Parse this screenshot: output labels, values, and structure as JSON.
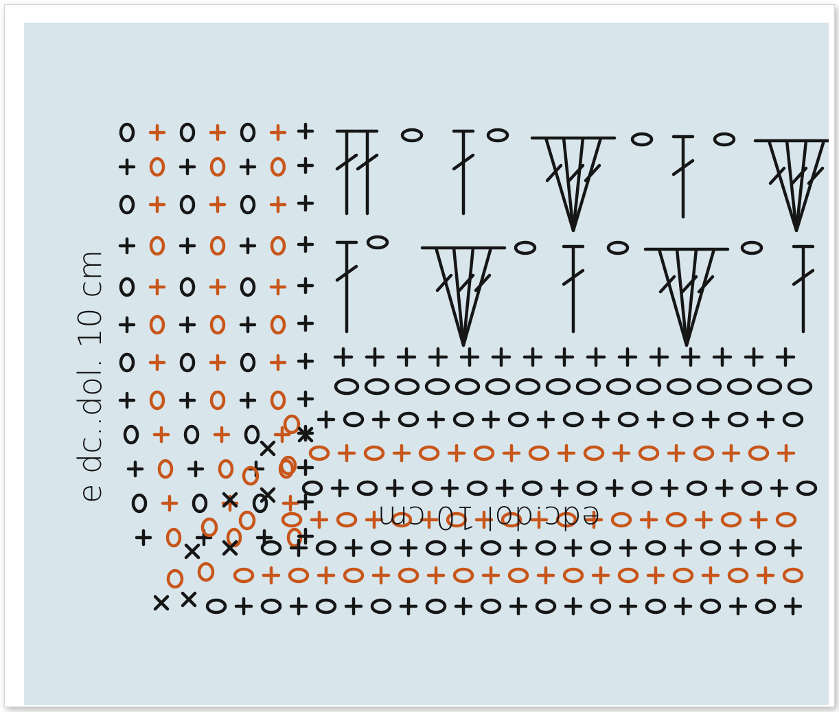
{
  "side_label": "e dc..dol. 10 cm",
  "bottom_label": "edc.dol 10 cm",
  "colors": {
    "paper": "#d8e6ec",
    "ink_black": "#161616",
    "ink_orange": "#c8561a",
    "frame": "#ffffff"
  },
  "symbols": {
    "chain": "oval",
    "single_crochet": "plus",
    "cross_stitch": "x",
    "double_crochet": "post-with-crossbar",
    "shell": "v-group"
  }
}
